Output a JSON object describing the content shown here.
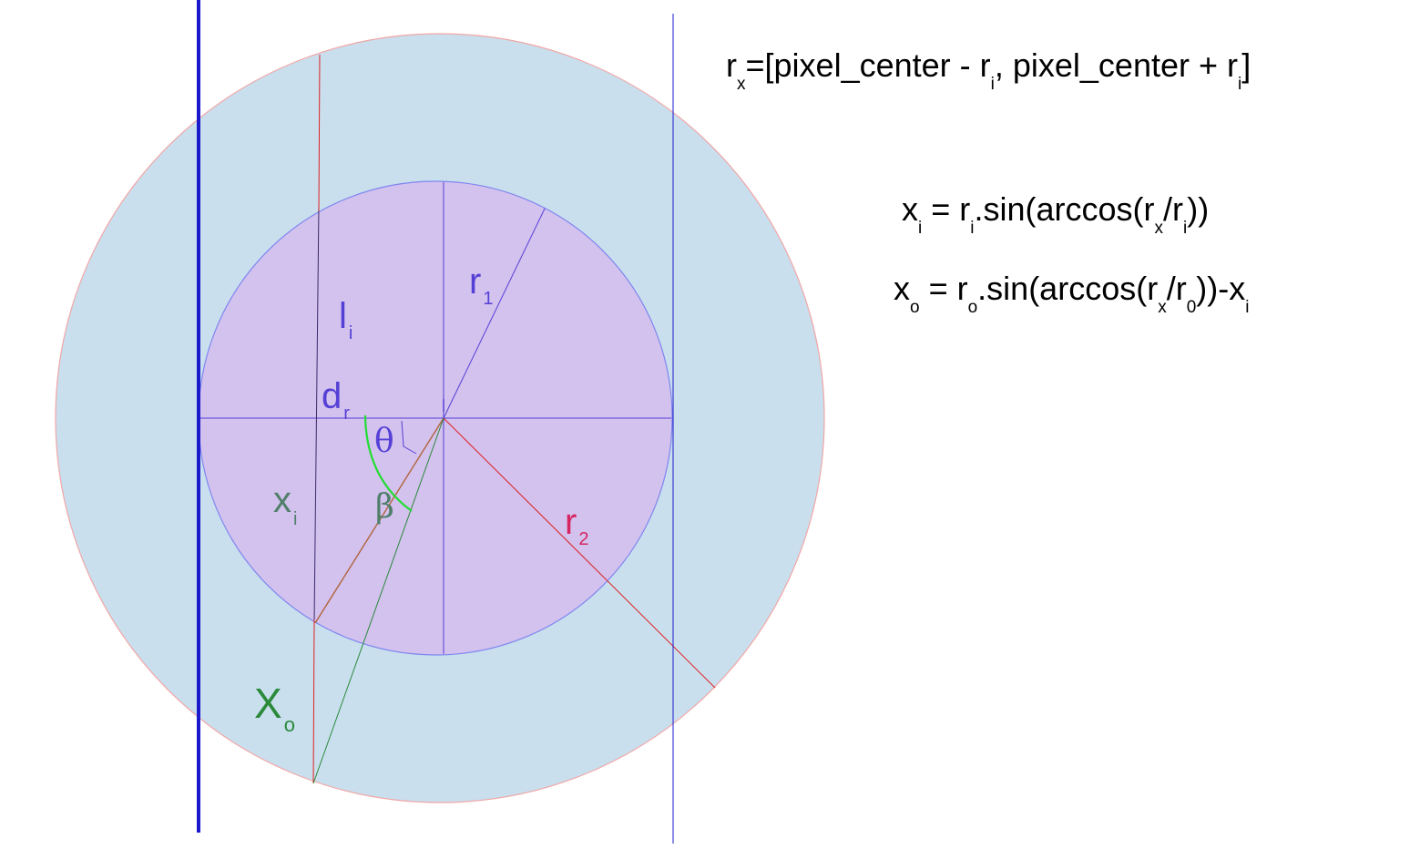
{
  "colors": {
    "outer_fill": "#c9dfee",
    "outer_stroke": "#f2a6a6",
    "inner_fill": "#d3c1ee",
    "inner_stroke": "#7f86ee",
    "purple": "#5540d6",
    "pink": "#d6265f",
    "green": "#2a8a3a",
    "teal": "#4f7f6a",
    "bright_green": "#22dd33",
    "navy": "#1a1acc",
    "red": "#dd2222"
  },
  "labels": {
    "l_main": "l",
    "l_sub": "i",
    "r1_main": "r",
    "r1_sub": "1",
    "dr_main": "d",
    "dr_sub": "r",
    "theta": "θ",
    "xi_main": "x",
    "xi_sub": "i",
    "beta": "β",
    "r2_main": "r",
    "r2_sub": "2",
    "xo_main": "X",
    "xo_sub": "o"
  },
  "formulas": {
    "rx": {
      "p1": "r",
      "s1": "x",
      "p2": "=[pixel_center - r",
      "s2": "i",
      "p3": ", pixel_center + r",
      "s3": "i",
      "p4": "]"
    },
    "xi": {
      "p1": "x",
      "s1": "i",
      "p2": " = r",
      "s2": "i",
      "p3": ".sin(arccos(r",
      "s3": "x",
      "p4": "/r",
      "s4": "i",
      "p5": "))"
    },
    "xo": {
      "p1": "x",
      "s1": "o",
      "p2": " = r",
      "s2": "o",
      "p3": ".sin(arccos(r",
      "s3": "x",
      "p4": "/r",
      "s4": "0",
      "p5": "))-x",
      "s5": "i"
    }
  }
}
